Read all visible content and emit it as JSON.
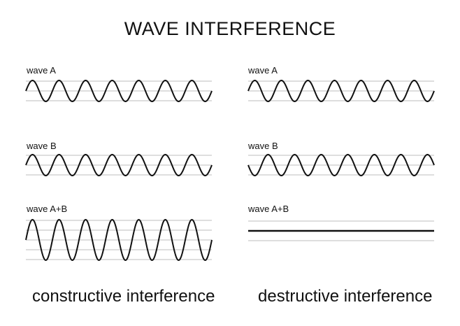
{
  "title": "WAVE INTERFERENCE",
  "left": {
    "labels": [
      "wave A",
      "wave B",
      "wave A+B"
    ],
    "caption": "constructive interference"
  },
  "right": {
    "labels": [
      "wave A",
      "wave B",
      "wave A+B"
    ],
    "caption": "destructive interference"
  },
  "colors": {
    "wave": "#111111",
    "grid": "#bdbdbd"
  },
  "wave": {
    "cycles": 7
  }
}
